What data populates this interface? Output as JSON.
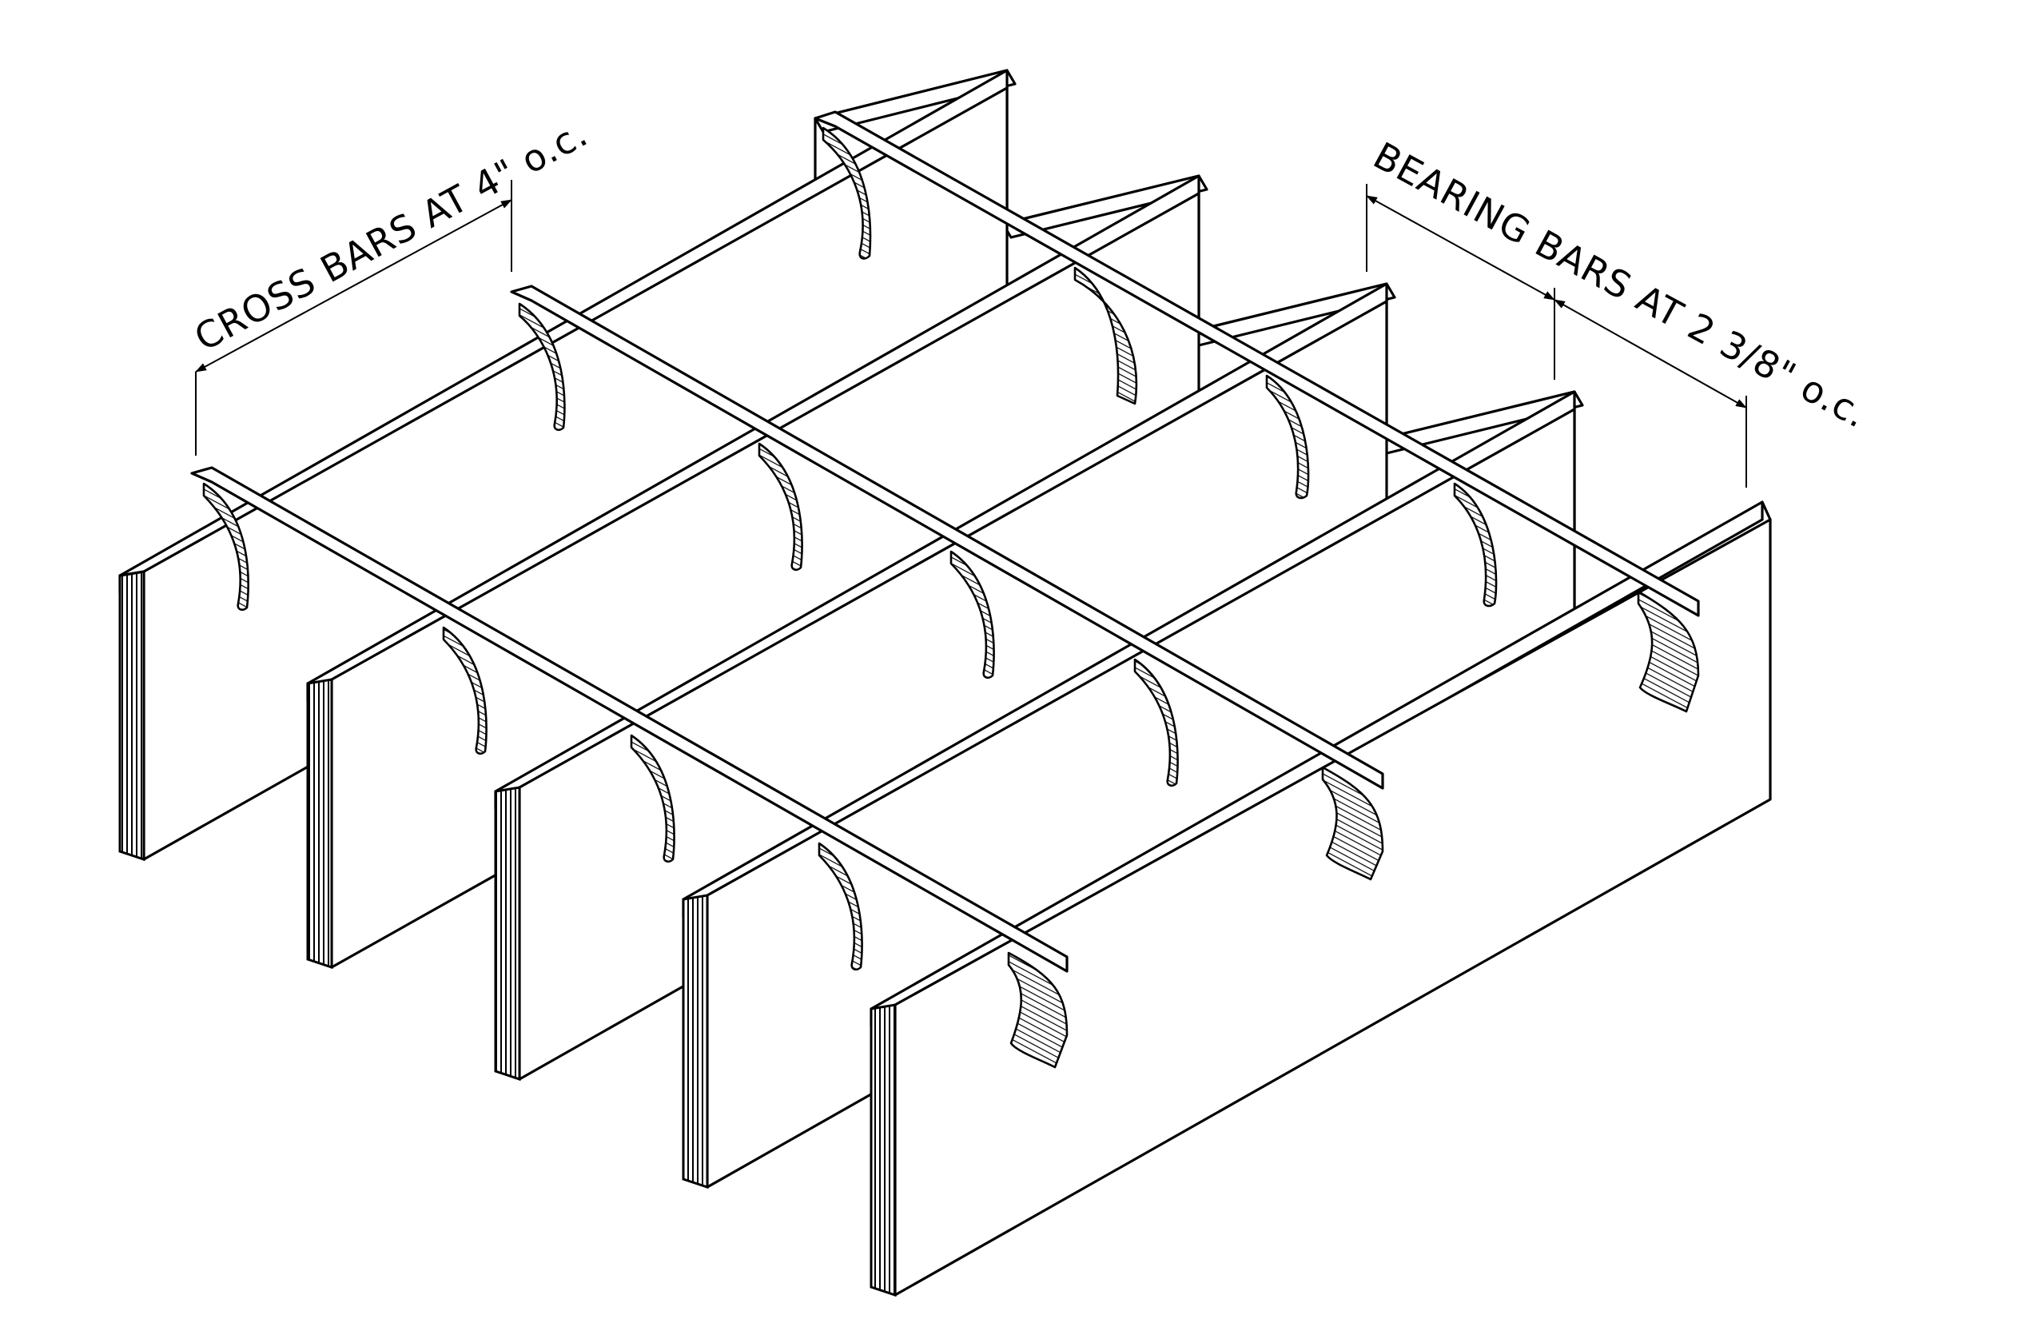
{
  "diagram": {
    "subject": "bar-grating-isometric",
    "callouts": {
      "cross_bars": "CROSS BARS AT 4\" o.c.",
      "bearing_bars_prefix": "BEARING BARS AT 2 3/8\" o.c."
    },
    "counts": {
      "bearing_bars": 5,
      "cross_bars": 3
    },
    "colors": {
      "line": "#000000",
      "background": "#ffffff"
    }
  }
}
